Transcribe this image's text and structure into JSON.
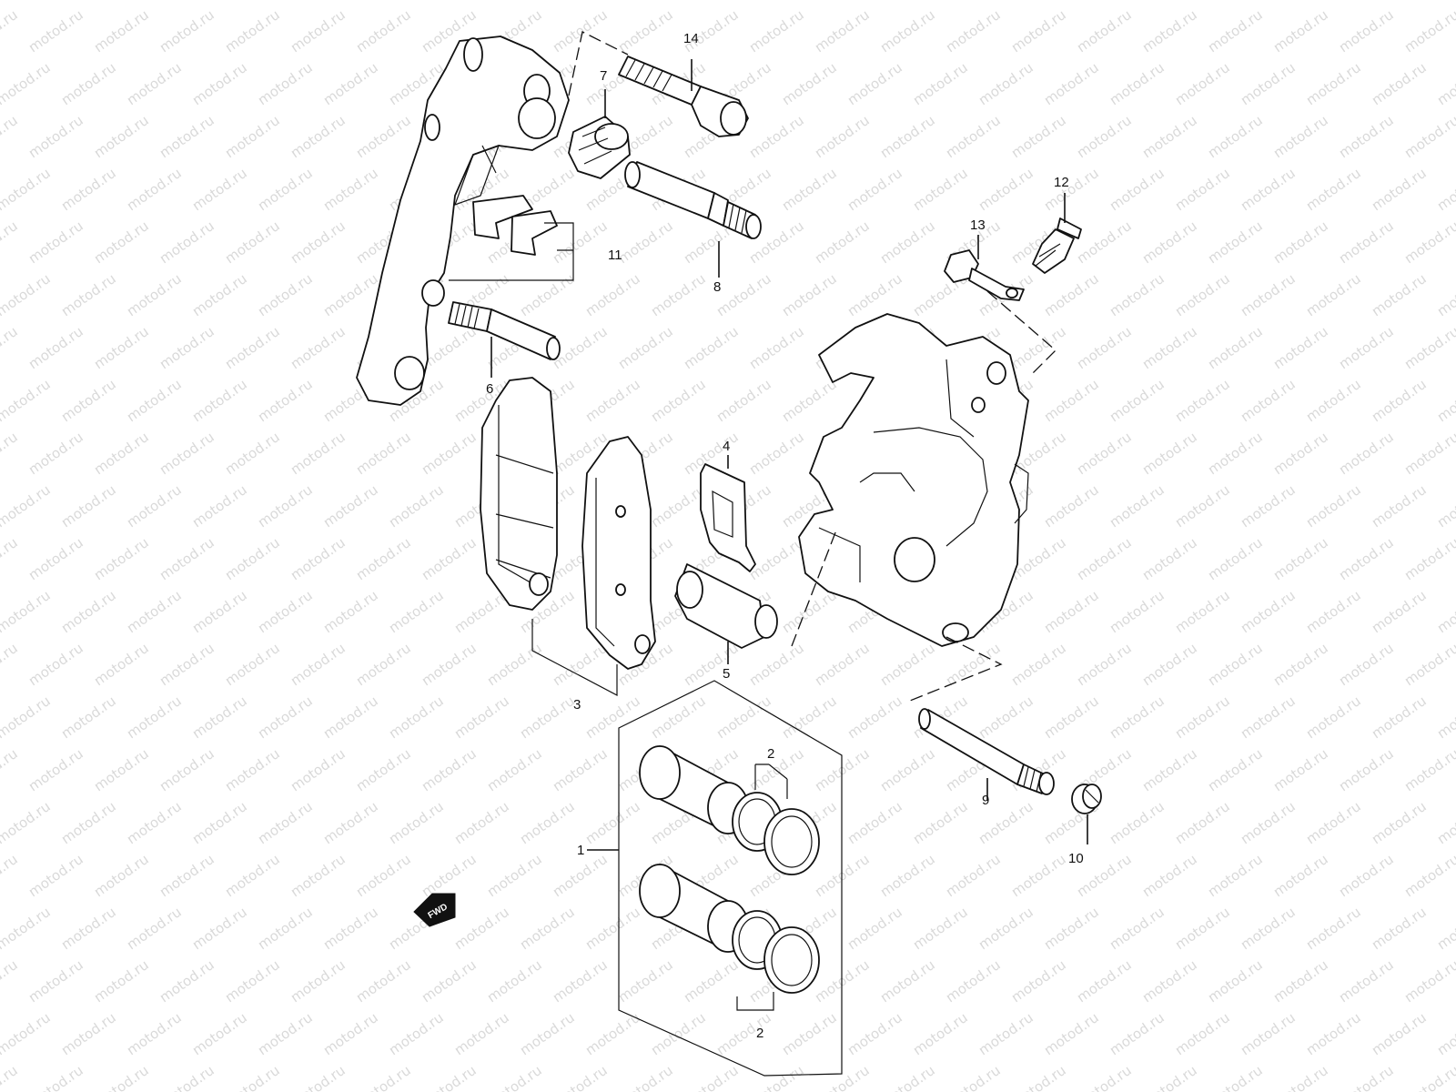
{
  "watermark": "motod.ru",
  "direction_indicator": "FWD",
  "callouts": {
    "p1": "1",
    "p2a": "2",
    "p2b": "2",
    "p3": "3",
    "p4": "4",
    "p5": "5",
    "p6": "6",
    "p7": "7",
    "p8": "8",
    "p9": "9",
    "p10": "10",
    "p11": "11",
    "p12": "12",
    "p13": "13",
    "p14": "14"
  },
  "colors": {
    "line": "#111111",
    "watermark": "#d9d9d9",
    "background": "#ffffff"
  }
}
